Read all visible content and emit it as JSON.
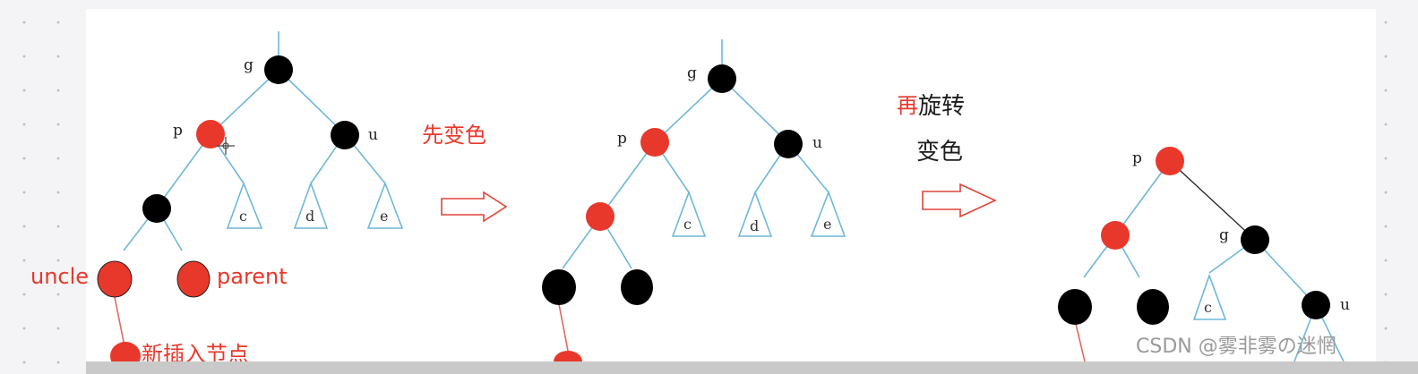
{
  "tree_labels": {
    "g": "g",
    "p": "p",
    "u": "u",
    "c": "c",
    "d": "d",
    "e": "e"
  },
  "annotations": {
    "uncle": "uncle",
    "parent": "parent",
    "new_node": "新插入节点",
    "step1": "先变色",
    "step2_prefix": "再",
    "step2_suffix": "旋转",
    "step2_line2": "变色"
  },
  "watermark": "CSDN @雾非雾の迷惘",
  "colors": {
    "red_node": "#e8382b",
    "black_node": "#000000",
    "edge": "#6fb7d9",
    "arrow": "#e0433a",
    "note_red": "#e8382b"
  }
}
